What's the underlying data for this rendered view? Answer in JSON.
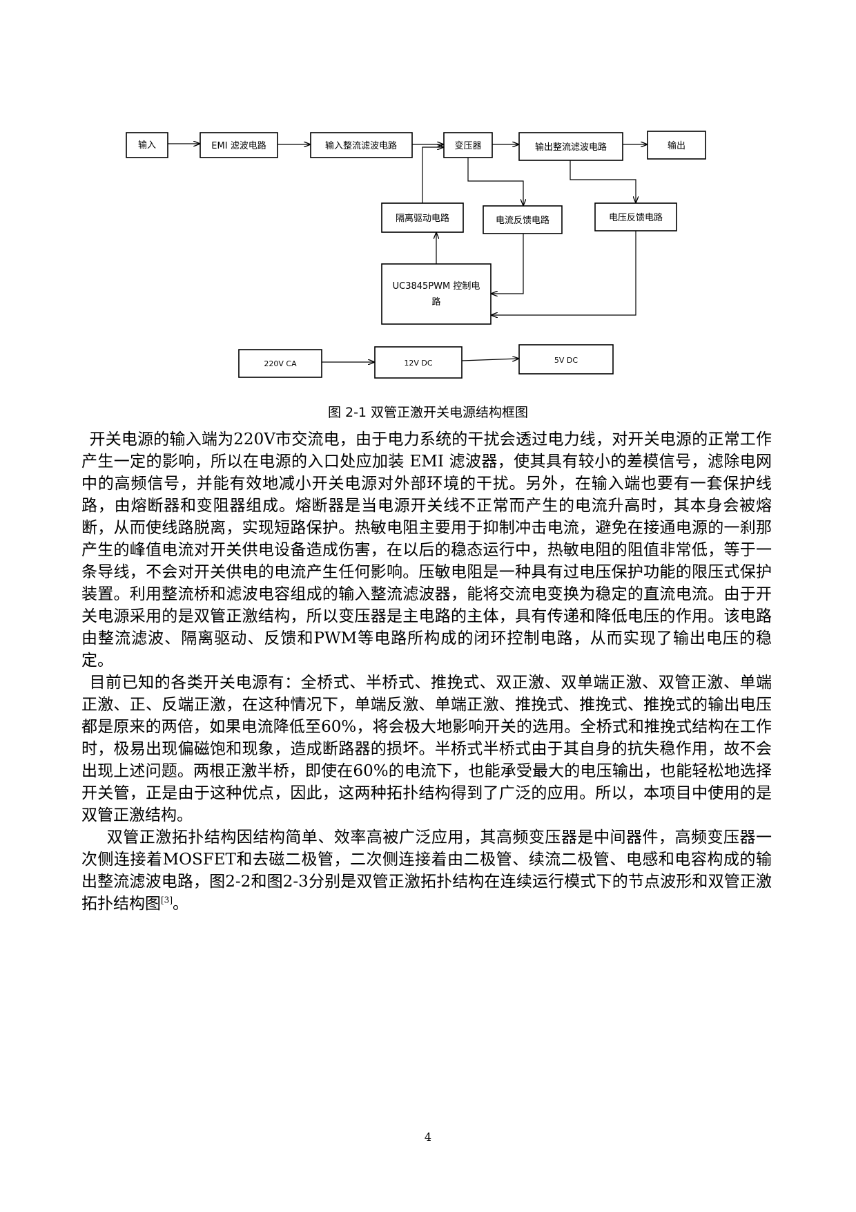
{
  "diagram": {
    "input": "输入",
    "emi": "EMI 滤波电路",
    "input_rect": "输入整流滤波电路",
    "transformer": "变压器",
    "output_rect": "输出整流滤波电路",
    "output": "输出",
    "isolation": "隔离驱动电路",
    "current_fb": "电流反馈电路",
    "voltage_fb": "电压反馈电路",
    "pwm_line1": "UC3845PWM 控制电",
    "pwm_line2": "路",
    "ac_in": "220V CA",
    "dc12": "12V DC",
    "dc5": "5V DC"
  },
  "caption": "图 2-1  双管正激开关电源结构框图",
  "paragraphs": {
    "p1": "开关电源的输入端为220V市交流电，由于电力系统的干扰会透过电力线，对开关电源的正常工作产生一定的影响，所以在电源的入口处应加装 EMI 滤波器，使其具有较小的差模信号，滤除电网中的高频信号，并能有效地减小开关电源对外部环境的干扰。另外，在输入端也要有一套保护线路，由熔断器和变阻器组成。熔断器是当电源开关线不正常而产生的电流升高时，其本身会被熔断，从而使线路脱离，实现短路保护。热敏电阻主要用于抑制冲击电流，避免在接通电源的一刹那产生的峰值电流对开关供电设备造成伤害，在以后的稳态运行中，热敏电阻的阻值非常低，等于一条导线，不会对开关供电的电流产生任何影响。压敏电阻是一种具有过电压保护功能的限压式保护装置。利用整流桥和滤波电容组成的输入整流滤波器，能将交流电变换为稳定的直流电流。由于开关电源采用的是双管正激结构，所以变压器是主电路的主体，具有传递和降低电压的作用。该电路由整流滤波、隔离驱动、反馈和PWM等电路所构成的闭环控制电路，从而实现了输出电压的稳定。",
    "p2": "目前已知的各类开关电源有：全桥式、半桥式、推挽式、双正激、双单端正激、双管正激、单端正激、正、反端正激，在这种情况下，单端反激、单端正激、推挽式、推挽式、推挽式的输出电压都是原来的两倍，如果电流降低至60%，将会极大地影响开关的选用。全桥式和推挽式结构在工作时，极易出现偏磁饱和现象，造成断路器的损坏。半桥式半桥式由于其自身的抗失稳作用，故不会出现上述问题。两根正激半桥，即使在60%的电流下，也能承受最大的电压输出，也能轻松地选择开关管，正是由于这种优点，因此，这两种拓扑结构得到了广泛的应用。所以，本项目中使用的是双管正激结构。",
    "p3": "双管正激拓扑结构因结构简单、效率高被广泛应用，其高频变压器是中间器件，高频变压器一次侧连接着MOSFET和去磁二极管，二次侧连接着由二极管、续流二极管、电感和电容构成的输出整流滤波电路，图2-2和图2-3分别是双管正激拓扑结构在连续运行模式下的节点波形和双管正激拓扑结构图",
    "p3_ref": "[3]",
    "p3_end": "。"
  },
  "page_number": "4"
}
